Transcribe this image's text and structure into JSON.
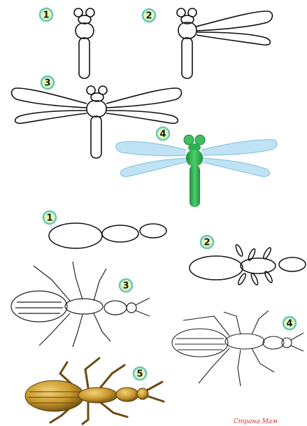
{
  "steps": {
    "dragonfly": [
      "1",
      "2",
      "3",
      "4"
    ],
    "ant": [
      "1",
      "2",
      "3",
      "4",
      "5"
    ]
  },
  "watermark": "Страна Мам",
  "colors": {
    "badge_fill": "#e6f7b0",
    "badge_ring": "#5fc6c8",
    "dragonfly_green": "#2fae52",
    "wing_blue": "#a9daf0",
    "ant_gold": "#c99a2e",
    "watermark_red": "#e03030"
  }
}
